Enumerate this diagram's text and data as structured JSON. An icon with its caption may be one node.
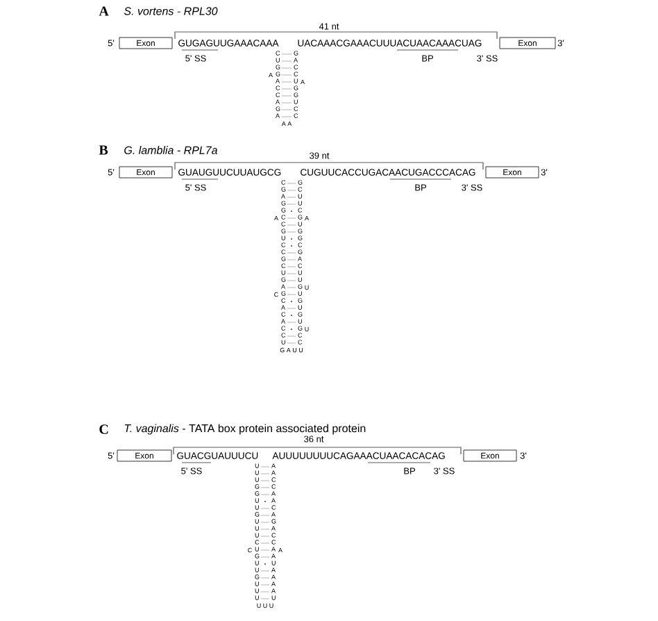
{
  "diagram": {
    "nodes": [
      {
        "text": [
          "Exon"
        ]
      },
      {
        "text": [
          "Exon"
        ]
      },
      {
        "text": [
          "Exon"
        ]
      },
      {
        "text": [
          "Exon"
        ]
      },
      {
        "text": [
          "Exon"
        ]
      },
      {
        "text": [
          "Exon"
        ]
      }
    ],
    "labels": [
      "A",
      "S. vortens - RPL30",
      "41 nt",
      "5'",
      "GUGAGUUGAAACAAA",
      "C U G G A C C A G A",
      "G A C C U G G U C C",
      "A",
      "A",
      "A A",
      "UACAAACGAAACUUUACUAACAAACUAG",
      "3'",
      "5' SS",
      "BP",
      "3' SS",
      "B",
      "G. lamblia - RPL7a",
      "39 nt",
      "5'",
      "GUAUGUUCUUAUGCG",
      "C G A G G C C G U C C G C U G A G C A C A C C U",
      "G C U U C G U G G C G A C U U G U G U G U G C C",
      "A",
      "A",
      "C",
      "U",
      "U",
      "G A U U",
      "CUGUUCACCUGACAACUGACCCACAG",
      "3'",
      "5' SS",
      "BP",
      "3' SS",
      "C",
      "*T. vaginalis* - TATA box protein associated protein",
      "36 nt",
      "5'",
      "GUACGUAUUUCU",
      "U U U G G U U G U U U C U G U U G U U U",
      "A A C C A A C A G A C C A A U A A A A U",
      "C",
      "A",
      "U U U",
      "AUUUUUUUUCAGAAACUAACACACAG",
      "3'",
      "5' SS",
      "BP",
      "3' SS"
    ]
  }
}
